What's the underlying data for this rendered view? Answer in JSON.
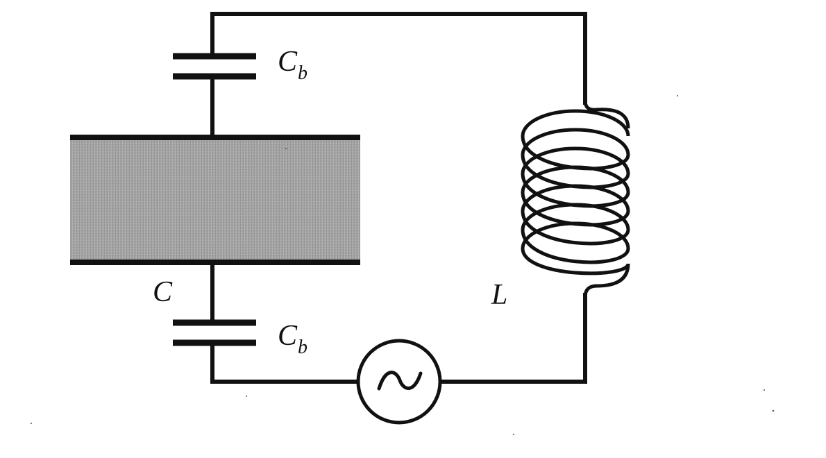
{
  "diagram": {
    "labels": {
      "cb_top": {
        "symbol": "C",
        "subscript": "b"
      },
      "cb_bottom": {
        "symbol": "C",
        "subscript": "b"
      },
      "c_main": {
        "symbol": "C"
      },
      "inductor": {
        "symbol": "L"
      }
    },
    "source_symbol": "~",
    "colors": {
      "line": "#111111",
      "plate_fill": "#a8a8a8",
      "background": "#ffffff"
    },
    "icons": {
      "source": "ac-source-icon",
      "inductor": "inductor-coil-icon",
      "capacitor": "capacitor-icon"
    }
  }
}
